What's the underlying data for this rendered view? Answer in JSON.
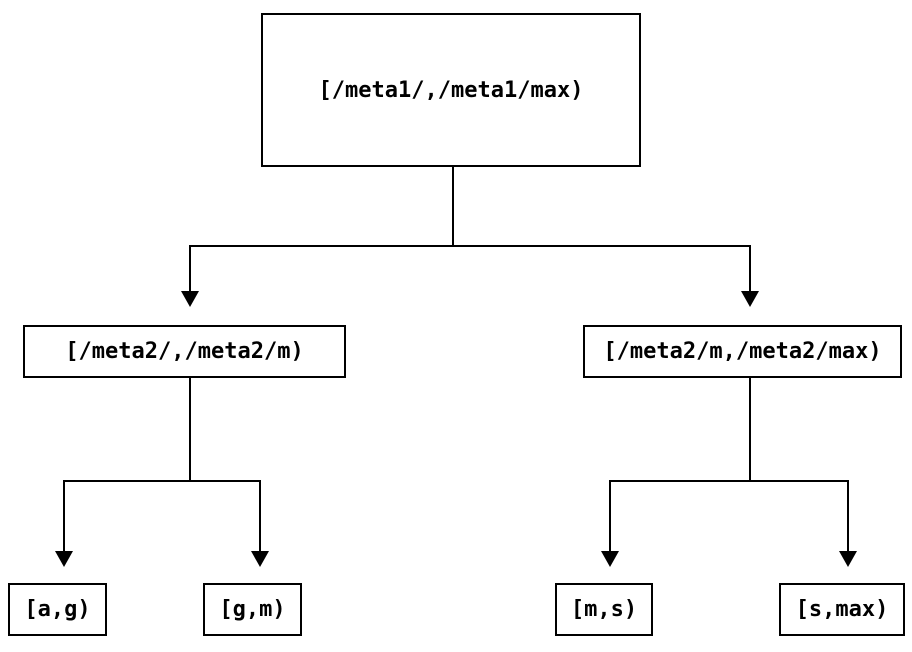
{
  "diagram": {
    "type": "tree",
    "colors": {
      "line": "#000000",
      "text": "#000000",
      "background": "#ffffff"
    },
    "nodes": {
      "root": {
        "label": "[/meta1/,/meta1/max)"
      },
      "meta2_low": {
        "label": "[/meta2/,/meta2/m)"
      },
      "meta2_high": {
        "label": "[/meta2/m,/meta2/max)"
      },
      "leaf_a_g": {
        "label": "[a,g)"
      },
      "leaf_g_m": {
        "label": "[g,m)"
      },
      "leaf_m_s": {
        "label": "[m,s)"
      },
      "leaf_s_max": {
        "label": "[s,max)"
      }
    },
    "edges": [
      {
        "from": "root",
        "to": "meta2_low"
      },
      {
        "from": "root",
        "to": "meta2_high"
      },
      {
        "from": "meta2_low",
        "to": "leaf_a_g"
      },
      {
        "from": "meta2_low",
        "to": "leaf_g_m"
      },
      {
        "from": "meta2_high",
        "to": "leaf_m_s"
      },
      {
        "from": "meta2_high",
        "to": "leaf_s_max"
      }
    ]
  }
}
